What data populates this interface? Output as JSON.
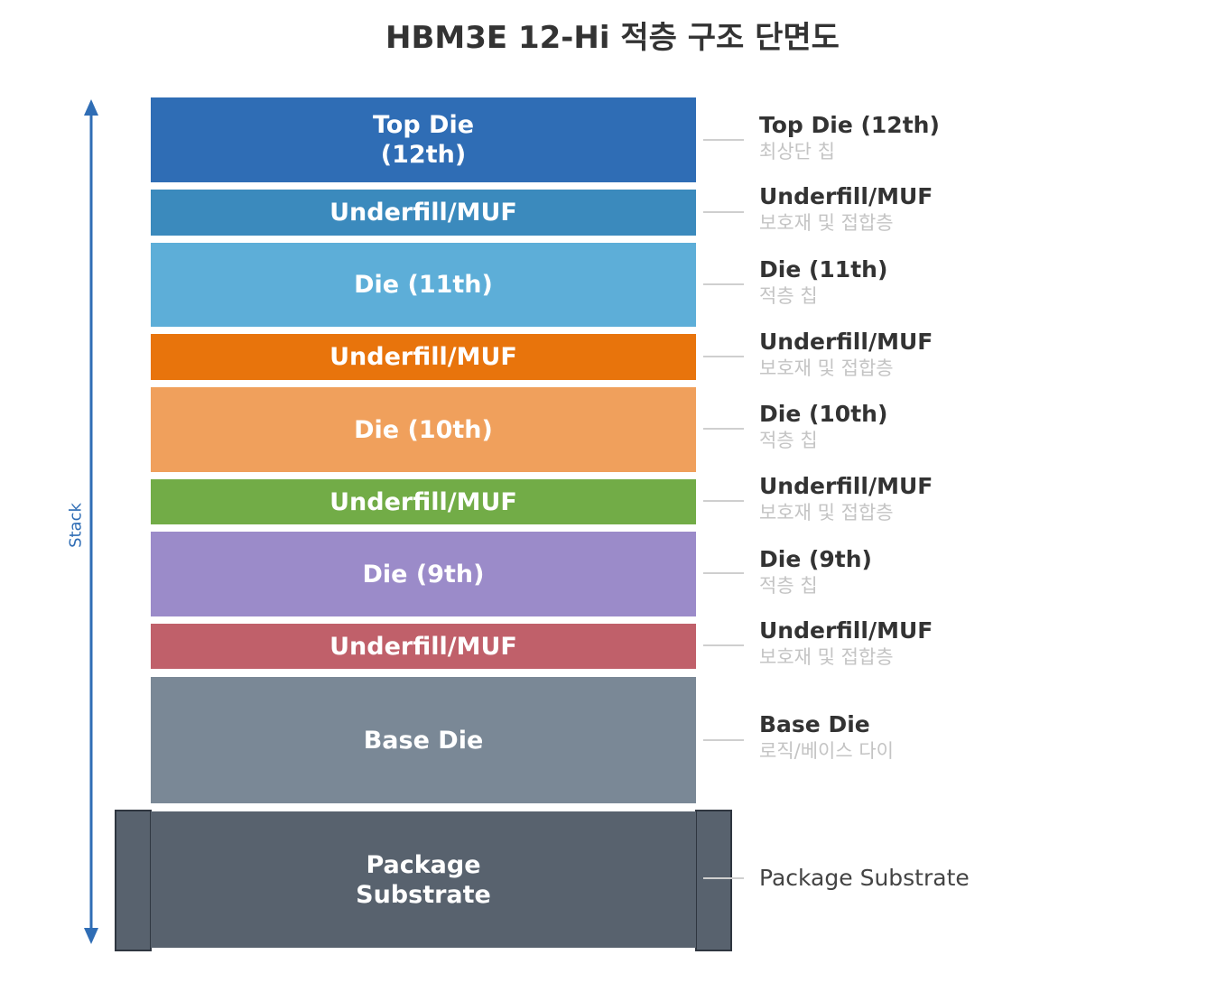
{
  "title": "HBM3E 12-Hi 적층 구조 단면도",
  "axis_label": "Stack",
  "colors": {
    "top_die": "#2f6db5",
    "underfill_1": "#3b8abd",
    "die_11": "#5daed8",
    "underfill_2": "#e8740c",
    "die_10": "#f0a05c",
    "underfill_3": "#72ac47",
    "die_9": "#9b8bc9",
    "underfill_4": "#c0606a",
    "base_die": "#7a8896",
    "substrate": "#58626e",
    "arrow": "#2f6db5"
  },
  "layers": [
    {
      "label": "Top Die\n(12th)",
      "note_title": "Top Die (12th)",
      "note_sub": "최상단 칩"
    },
    {
      "label": "Underfill/MUF",
      "note_title": "Underfill/MUF",
      "note_sub": "보호재 및 접합층"
    },
    {
      "label": "Die (11th)",
      "note_title": "Die (11th)",
      "note_sub": "적층 칩"
    },
    {
      "label": "Underfill/MUF",
      "note_title": "Underfill/MUF",
      "note_sub": "보호재 및 접합층"
    },
    {
      "label": "Die (10th)",
      "note_title": "Die (10th)",
      "note_sub": "적층 칩"
    },
    {
      "label": "Underfill/MUF",
      "note_title": "Underfill/MUF",
      "note_sub": "보호재 및 접합층"
    },
    {
      "label": "Die (9th)",
      "note_title": "Die (9th)",
      "note_sub": "적층 칩"
    },
    {
      "label": "Underfill/MUF",
      "note_title": "Underfill/MUF",
      "note_sub": "보호재 및 접합층"
    },
    {
      "label": "Base Die",
      "note_title": "Base Die",
      "note_sub": "로직/베이스 다이"
    }
  ],
  "substrate": {
    "label": "Package\nSubstrate",
    "note": "Package Substrate"
  }
}
